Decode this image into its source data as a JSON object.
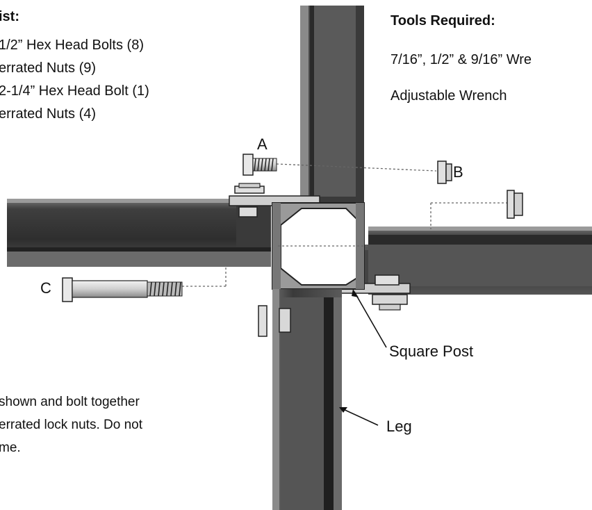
{
  "parts_list": {
    "title": "ist:",
    "items": [
      "1/2” Hex Head Bolts (8)",
      "errated Nuts (9)",
      "2-1/4” Hex Head Bolt (1)",
      "errated Nuts (4)"
    ]
  },
  "tools": {
    "title": "Tools Required:",
    "items": [
      "7/16”, 1/2” & 9/16” Wre",
      "Adjustable Wrench"
    ]
  },
  "labels": {
    "a": "A",
    "b": "B",
    "c": "C",
    "square_post": "Square Post",
    "leg": "Leg"
  },
  "instructions": [
    " shown and bolt together",
    "errated lock nuts. Do not",
    "me."
  ]
}
